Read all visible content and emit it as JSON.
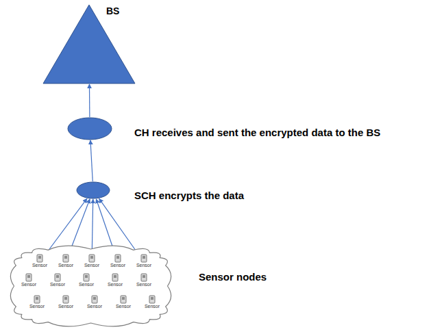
{
  "diagram": {
    "nodes": [
      {
        "text": [
          "BS"
        ]
      },
      {
        "text": [
          "CH receives and sent the encrypted data to the BS"
        ]
      },
      {
        "text": [
          "SCH encrypts the data"
        ]
      },
      {
        "text": [
          "Sensor nodes"
        ]
      },
      {
        "text": [
          "Sensor"
        ],
        "in": 3
      },
      {
        "text": [
          "Sensor"
        ],
        "in": 3
      },
      {
        "text": [
          "Sensor"
        ],
        "in": 3
      },
      {
        "text": [
          "Sensor"
        ],
        "in": 3
      },
      {
        "text": [
          "Sensor"
        ],
        "in": 3
      },
      {
        "text": [
          "Sensor"
        ],
        "in": 3
      },
      {
        "text": [
          "Sensor"
        ],
        "in": 3
      },
      {
        "text": [
          "Sensor"
        ],
        "in": 3
      },
      {
        "text": [
          "Sensor"
        ],
        "in": 3
      },
      {
        "text": [
          "Sensor"
        ],
        "in": 3
      },
      {
        "text": [
          "Sensor"
        ],
        "in": 3
      },
      {
        "text": [
          "Sensor"
        ],
        "in": 3
      },
      {
        "text": [
          "Sensor"
        ],
        "in": 3
      },
      {
        "text": [
          "Sensor"
        ],
        "in": 3
      },
      {
        "text": [
          "Sensor"
        ],
        "in": 3
      }
    ],
    "edges": [
      {
        "from": 2,
        "to": 1,
        "arrow": "to"
      },
      {
        "from": 1,
        "to": 0,
        "arrow": "to"
      },
      {
        "from": 4,
        "to": 2,
        "arrow": "to"
      },
      {
        "from": 5,
        "to": 2,
        "arrow": "to"
      },
      {
        "from": 6,
        "to": 2,
        "arrow": "to"
      },
      {
        "from": 7,
        "to": 2,
        "arrow": "to"
      },
      {
        "from": 8,
        "to": 2,
        "arrow": "to"
      },
      {
        "from": 9,
        "to": 10,
        "arrow": "none"
      },
      {
        "from": 10,
        "to": 11,
        "arrow": "none"
      },
      {
        "from": 11,
        "to": 12,
        "arrow": "none"
      },
      {
        "from": 12,
        "to": 13,
        "arrow": "none"
      },
      {
        "from": 14,
        "to": 15,
        "arrow": "none"
      },
      {
        "from": 15,
        "to": 16,
        "arrow": "none"
      },
      {
        "from": 16,
        "to": 17,
        "arrow": "none"
      },
      {
        "from": 17,
        "to": 18,
        "arrow": "none"
      }
    ]
  }
}
